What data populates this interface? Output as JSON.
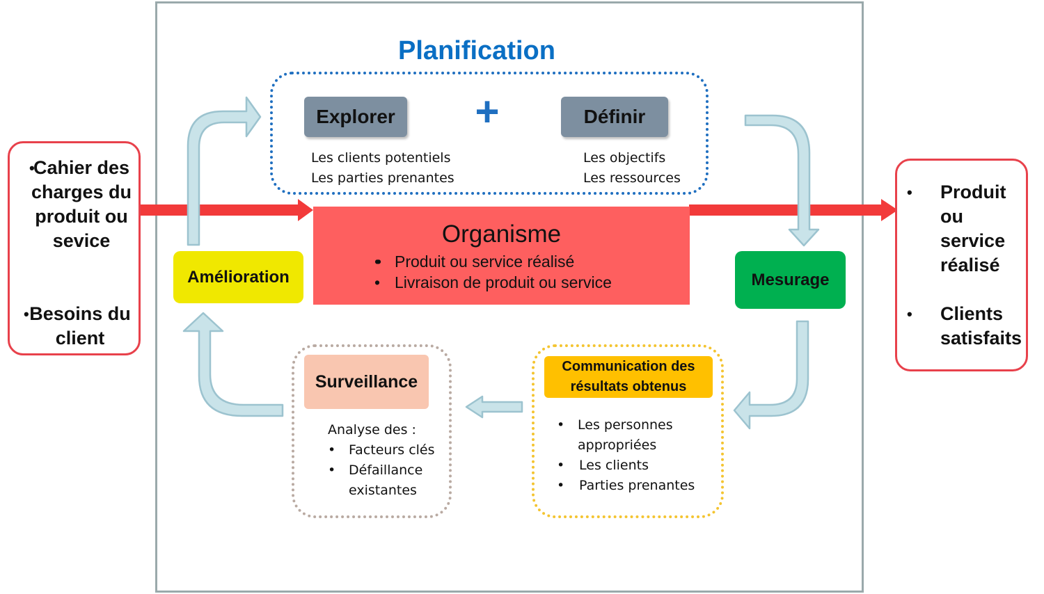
{
  "title": "Planification",
  "input": {
    "items": [
      {
        "text": "Cahier des charges du produit ou sevice"
      },
      {
        "text": "Besoins du client"
      }
    ]
  },
  "output": {
    "items": [
      {
        "text": "Produit ou service réalisé"
      },
      {
        "text": "Clients satisfaits"
      }
    ]
  },
  "planning": {
    "plus_symbol": "+",
    "explorer": {
      "label": "Explorer",
      "lines": [
        "Les clients potentiels",
        "Les parties prenantes"
      ]
    },
    "definir": {
      "label": "Définir",
      "lines": [
        "Les objectifs",
        "Les ressources"
      ]
    }
  },
  "organism": {
    "title": "Organisme",
    "items": [
      "Produit ou service réalisé",
      "Livraison de produit ou service"
    ]
  },
  "amelioration": {
    "label": "Amélioration"
  },
  "mesurage": {
    "label": "Mesurage"
  },
  "surveillance": {
    "label": "Surveillance",
    "intro": "Analyse des :",
    "items": [
      "Facteurs clés",
      "Défaillance existantes"
    ]
  },
  "communication": {
    "label_line1": "Communication des",
    "label_line2": "résultats obtenus",
    "items": [
      "Les personnes appropriées",
      "Les clients",
      "Parties prenantes"
    ]
  },
  "colors": {
    "main_arrow": "#f23a3a",
    "organism_fill": "#fe5f5f",
    "title_blue": "#0a6fc4",
    "gray_box": "#7d8fa0",
    "amelioration": "#f0e800",
    "mesurage": "#00b050",
    "surveillance": "#f9c6b0",
    "communication": "#ffc000",
    "cycle_arrow_fill": "#c9e3e9",
    "cycle_arrow_stroke": "#9cc3cf",
    "frame": "#9aa9ab"
  }
}
